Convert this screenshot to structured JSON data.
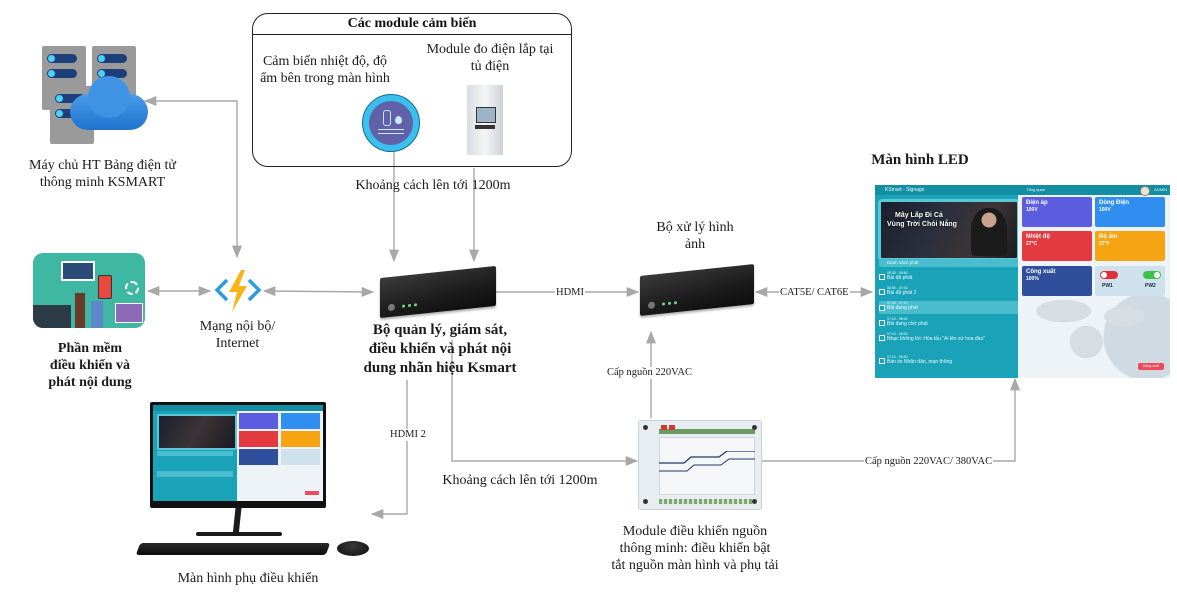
{
  "sensor_group": {
    "title": "Các module cảm biến",
    "temp_humidity_sensor": "Cảm biến nhiệt độ, độ ẩm bên trong màn hình",
    "power_meter": "Module đo điện lắp tại tủ điện"
  },
  "server": {
    "label_line1": "Máy chủ HT Bảng điện tử",
    "label_line2": "thông minh KSMART"
  },
  "software": {
    "label_line1": "Phần mềm",
    "label_line2": "điều khiển và",
    "label_line3": "phát nội dung"
  },
  "network": {
    "label_line1": "Mạng nội bộ/",
    "label_line2": "Internet"
  },
  "controller": {
    "label_line1": "Bộ quản lý, giám sát,",
    "label_line2": "điều khiển và phát nội",
    "label_line3": "dung nhãn hiệu Ksmart"
  },
  "processor": {
    "label_line1": "Bộ xử lý hình",
    "label_line2": "ảnh"
  },
  "led_screen": {
    "title": "Màn hình LED"
  },
  "power_module": {
    "label_line1": "Module điều khiển nguồn",
    "label_line2": "thông minh: điều khiển bật",
    "label_line3": "tắt nguồn màn hình và phụ tải"
  },
  "aux_monitor": {
    "label": "Màn hình phụ điều khiển"
  },
  "connections": {
    "sensor_distance": "Khoảng cách lên tới 1200m",
    "hdmi": "HDMI",
    "cat": "CAT5E/ CAT6E",
    "power_220": "Cấp nguồn 220VAC",
    "hdmi2": "HDMI 2",
    "power_distance": "Khoảng cách lên tới 1200m",
    "power_220_380": "Cấp nguồn 220VAC/ 380VAC"
  },
  "dashboard": {
    "app_title": "KSmart - Signage",
    "overview": "Tổng quan",
    "user": "ADMIN",
    "thumb_title_line1": "Mây Lấp Đi Cả",
    "thumb_title_line2": "Vùng Trời Chói Nắng",
    "playlist_header": "Danh sách phát",
    "playlist": [
      {
        "time": "05:30 - 06:50",
        "title": "Bài đã phát"
      },
      {
        "time": "06:50 - 07:00",
        "title": "Bài đã phát 2"
      },
      {
        "time": "07:00 - 07:10",
        "title": "Bài đang phát"
      },
      {
        "time": "07:10 - 08:00",
        "title": "Bài đang chờ phát"
      },
      {
        "time": "07:10 - 08:00",
        "title": "Nhạc không lời: Hòa tấu \"Ai lên xứ hoa đào\""
      },
      {
        "time": "07:10 - 08:00",
        "title": "Bản tin Nhân dân, mạn thông"
      }
    ],
    "cards": [
      {
        "title": "Điện áp",
        "value": "100V",
        "color": "#5b5ce0"
      },
      {
        "title": "Dòng Điện",
        "value": "100V",
        "color": "#2f8ef0"
      },
      {
        "title": "Nhiệt độ",
        "value": "27°C",
        "color": "#e23a3f"
      },
      {
        "title": "Độ ẩm",
        "value": "27°F",
        "color": "#f6a411"
      },
      {
        "title": "Công xuất",
        "value": "100%",
        "color": "#2f4f9c"
      }
    ],
    "switches": [
      {
        "label": "PW1",
        "state": "OFF",
        "color": "#e0303a"
      },
      {
        "label": "PW2",
        "state": "ON",
        "color": "#3cc24a"
      }
    ],
    "logout": "Đăng xuất"
  },
  "colors": {
    "wire": "#a8a8a8",
    "teal": "#1aa3b8",
    "cloud": "#2f86dd"
  }
}
